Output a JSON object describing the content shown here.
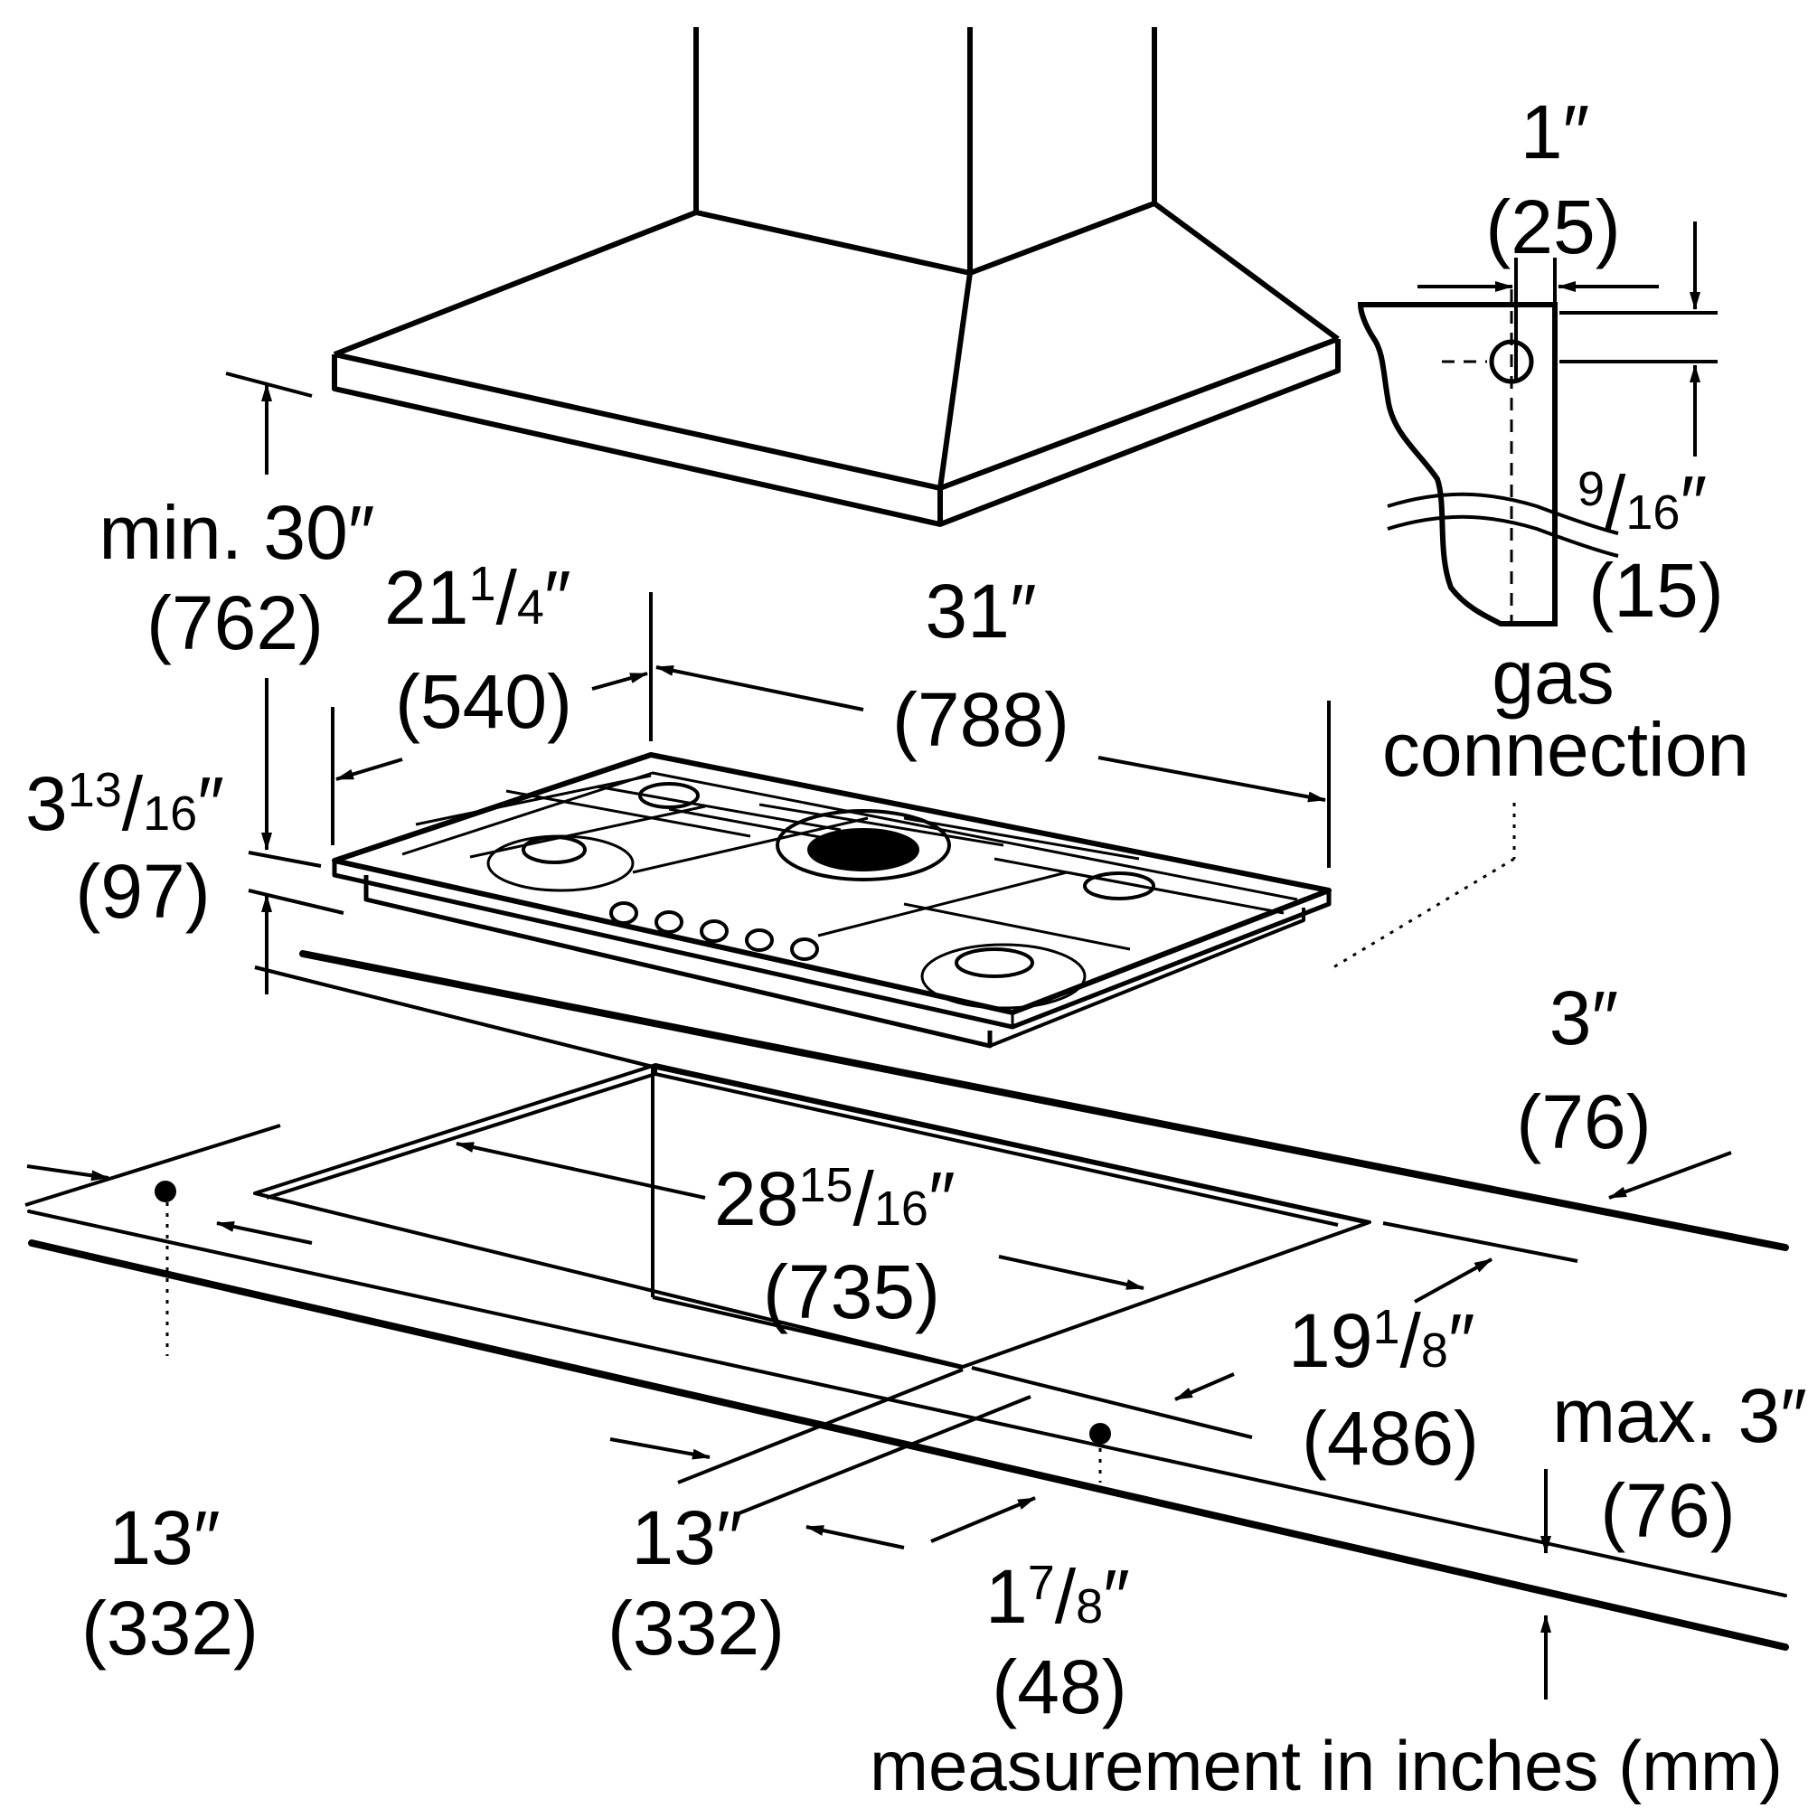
{
  "colors": {
    "line": "#000000",
    "background": "#ffffff"
  },
  "dims": {
    "hood_clearance": {
      "label": "min. 30″",
      "mm": "(762)"
    },
    "cooktop_height": {
      "whole": "3",
      "num": "13",
      "den": "16",
      "unit": "″",
      "mm": "(97)"
    },
    "cooktop_depth": {
      "whole": "21",
      "num": "1",
      "den": "4",
      "unit": "″",
      "mm": "(540)"
    },
    "cooktop_width": {
      "label": "31″",
      "mm": "(788)"
    },
    "gas_width": {
      "label": "1″",
      "mm": "(25)"
    },
    "gas_offset": {
      "num": "9",
      "den": "16",
      "unit": "″",
      "mm": "(15)"
    },
    "gas_label_1": "gas",
    "gas_label_2": "connection",
    "counter_front": {
      "label": "3″",
      "mm": "(76)"
    },
    "cutout_width": {
      "whole": "28",
      "num": "15",
      "den": "16",
      "unit": "″",
      "mm": "(735)"
    },
    "cutout_depth": {
      "whole": "19",
      "num": "1",
      "den": "8",
      "unit": "″",
      "mm": "(486)"
    },
    "counter_max": {
      "label": "max. 3″",
      "mm": "(76)"
    },
    "left_offset": {
      "label": "13″",
      "mm": "(332)"
    },
    "mid_offset": {
      "label": "13″",
      "mm": "(332)"
    },
    "side_offset": {
      "whole": "1",
      "num": "7",
      "den": "8",
      "unit": "″",
      "mm": "(48)"
    }
  },
  "footer": "measurement in inches (mm)"
}
